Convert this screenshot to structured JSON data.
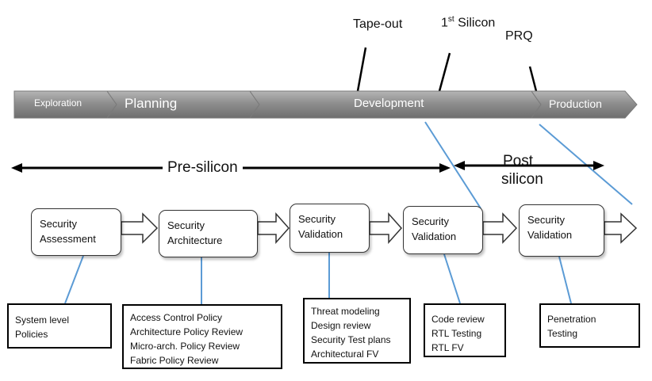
{
  "milestones": [
    {
      "label": "Tape-out"
    },
    {
      "label": "1",
      "sup": "st",
      "rest": " Silicon"
    },
    {
      "label": "PRQ"
    }
  ],
  "phases": [
    "Exploration",
    "Planning",
    "Development",
    "Production"
  ],
  "spans": {
    "pre_silicon": "Pre-silicon",
    "post_silicon": [
      "Post",
      "silicon"
    ]
  },
  "stages": [
    {
      "lines": [
        "Security",
        "Assessment"
      ]
    },
    {
      "lines": [
        "Security",
        "Architecture"
      ]
    },
    {
      "lines": [
        "Security",
        "Validation"
      ]
    },
    {
      "lines": [
        "Security",
        "Validation"
      ]
    },
    {
      "lines": [
        "Security",
        "Validation"
      ]
    }
  ],
  "notes": [
    {
      "lines": [
        "System level",
        "Policies"
      ]
    },
    {
      "lines": [
        "Access Control Policy",
        "Architecture Policy Review",
        "Micro-arch. Policy Review",
        "Fabric Policy Review"
      ]
    },
    {
      "lines": [
        "Threat modeling",
        "Design review",
        "Security Test plans",
        "Architectural FV"
      ]
    },
    {
      "lines": [
        "Code review",
        "RTL Testing",
        "RTL FV"
      ]
    },
    {
      "lines": [
        "Penetration",
        "Testing"
      ]
    }
  ],
  "colors": {
    "timeline_bar": "#8e8e8e",
    "connector_blue": "#5b9bd5",
    "text": "#111111"
  }
}
